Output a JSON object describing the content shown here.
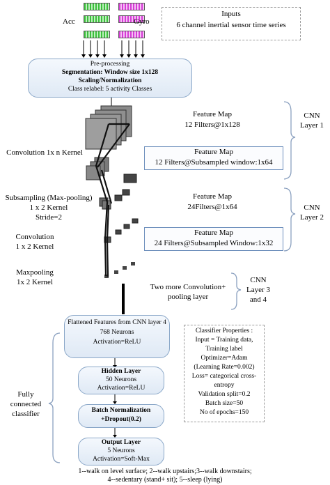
{
  "sensors": {
    "acc_label": "Acc",
    "gyro_label": "Gyro"
  },
  "inputs": {
    "title": "Inputs",
    "desc": "6 channel inertial sensor time series"
  },
  "preprocessing": {
    "title": "Pre-processing",
    "segmentation": "Segmentation: Window size 1x128",
    "scaling": "Scaling/Normalization",
    "relabel": "Class relabel: 5 activity Classes"
  },
  "layers": {
    "conv1": "Convolution 1x n Kernel",
    "subsampling_1": "Subsampling (Max-pooling)",
    "subsampling_2": "1 x 2 Kernel",
    "subsampling_3": "Stride=2",
    "conv2_1": "Convolution",
    "conv2_2": "1 x 2 Kernel",
    "maxpool_1": "Maxpooling",
    "maxpool_2": "1x 2 Kernel"
  },
  "feature_maps": {
    "fm1_title": "Feature Map",
    "fm1_desc": "12 Filters@1x128",
    "fm2_title": "Feature Map",
    "fm2_desc": "12 Filters@Subsampled window:1x64",
    "fm3_title": "Feature Map",
    "fm3_desc": "24Filters@1x64",
    "fm4_title": "Feature Map",
    "fm4_desc": "24 Filters@Subsampled Window:1x32"
  },
  "more_layers": {
    "line1": "Two more Convolution+",
    "line2": "pooling layer"
  },
  "cnn_groups": {
    "g1_line1": "CNN",
    "g1_line2": "Layer 1",
    "g2_line1": "CNN",
    "g2_line2": "Layer 2",
    "g3_line1": "CNN",
    "g3_line2": "Layer 3",
    "g3_line3": "and 4"
  },
  "fc": {
    "flat_title": "Flattened Features from CNN layer 4",
    "flat_neurons": "768 Neurons",
    "flat_act": "Activation=ReLU",
    "hidden_title": "Hidden Layer",
    "hidden_neurons": "50 Neurons",
    "hidden_act": "Activation=ReLU",
    "bn_title": "Batch Normalization",
    "bn_drop": "+Dropout(0.2)",
    "out_title": "Output Layer",
    "out_neurons": "5  Neurons",
    "out_act": "Activation=Soft-Max",
    "label_1": "Fully",
    "label_2": "connected",
    "label_3": "classifier"
  },
  "classifier_props": {
    "lines": [
      "Classifier Properties :",
      "Input = Training data,",
      "Training label",
      "Optimizer=Adam",
      "(Learning Rate=0.002)",
      "Loss= categorical cross-",
      "entropy",
      "Validation split=0.2",
      "Batch size=50",
      "No of epochs=150"
    ]
  },
  "classes": {
    "line1": "1--walk on level surface; 2--walk upstairs;3--walk downstairs;",
    "line2": "4--sedentary (stand+ sit); 5--sleep (lying)"
  }
}
